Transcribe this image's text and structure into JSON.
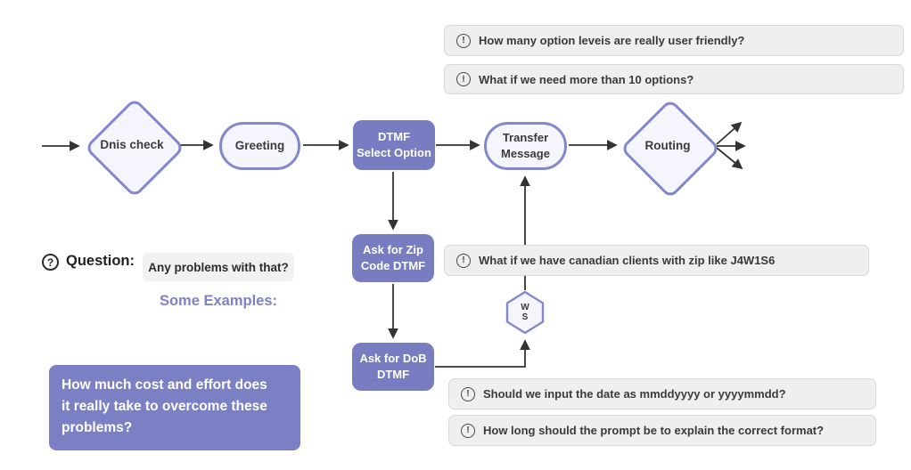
{
  "icons": {
    "alert_glyph": "!",
    "question_glyph": "?"
  },
  "colors": {
    "node_purple_fill": "#787dc1",
    "node_border_purple": "#8288cb",
    "node_light_fill": "#f5f6fd",
    "callout_bg": "#efefef",
    "callout_border": "#d8d8d8",
    "arrow": "#333333",
    "accent_purple_text": "#7d82c6"
  },
  "nodes": {
    "dnis_check": {
      "label": "Dnis check"
    },
    "greeting": {
      "label": "Greeting"
    },
    "dtmf_select": {
      "label": "DTMF\nSelect Option"
    },
    "transfer_message": {
      "label": "Transfer\nMessage"
    },
    "routing": {
      "label": "Routing"
    },
    "ask_zip": {
      "label": "Ask for Zip\nCode DTMF"
    },
    "ask_dob": {
      "label": "Ask for DoB\nDTMF"
    },
    "ws": {
      "label": "W\nS"
    }
  },
  "callouts": {
    "option_levels": {
      "icon": "alert-circle-icon",
      "text": "How many option leveis are really user friendly?"
    },
    "ten_options": {
      "icon": "alert-circle-icon",
      "text": "What if we need more than 10 options?"
    },
    "canadian_zip": {
      "icon": "alert-circle-icon",
      "text": "What if we have canadian clients with zip like J4W1S6"
    },
    "date_format": {
      "icon": "alert-circle-icon",
      "text": "Should we input the date as mmddyyyy or yyyymmdd?"
    },
    "prompt_length": {
      "icon": "alert-circle-icon",
      "text": "How long should the prompt be to explain the correct format?"
    }
  },
  "question_section": {
    "icon": "question-circle-icon",
    "heading": "Question:",
    "bubble_text": "Any problems with that?",
    "examples_label": "Some Examples:"
  },
  "statement": {
    "text": "How much cost and effort does\nit really take to overcome these\nproblems?"
  }
}
